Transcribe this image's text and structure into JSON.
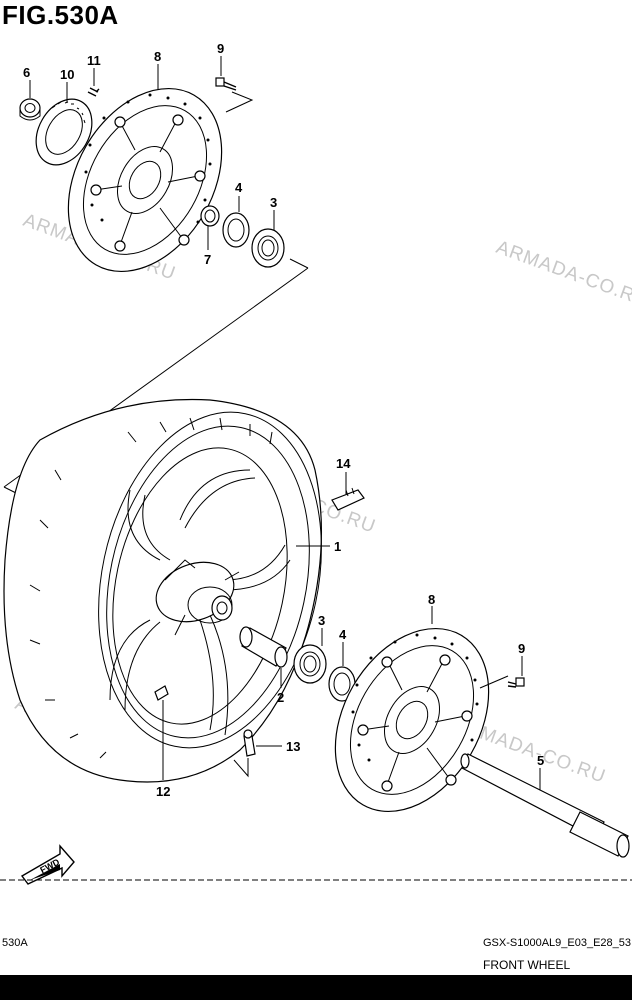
{
  "title": "FIG.530A",
  "footer": {
    "left_code": "530A",
    "model_code": "GSX-S1000AL9_E03_E28_53",
    "section_name": "FRONT WHEEL"
  },
  "watermark": "ARMADA-CO.RU",
  "direction_arrow": "FWD",
  "callouts": {
    "c1": "1",
    "c2": "2",
    "c3_top": "3",
    "c3_bottom": "3",
    "c4_top": "4",
    "c4_bottom": "4",
    "c5": "5",
    "c6": "6",
    "c7": "7",
    "c8_top": "8",
    "c8_bottom": "8",
    "c9_top": "9",
    "c9_bottom": "9",
    "c10": "10",
    "c11": "11",
    "c12": "12",
    "c13": "13",
    "c14": "14"
  },
  "colors": {
    "line": "#000000",
    "watermark": "#c8c8c8",
    "background": "#ffffff"
  }
}
